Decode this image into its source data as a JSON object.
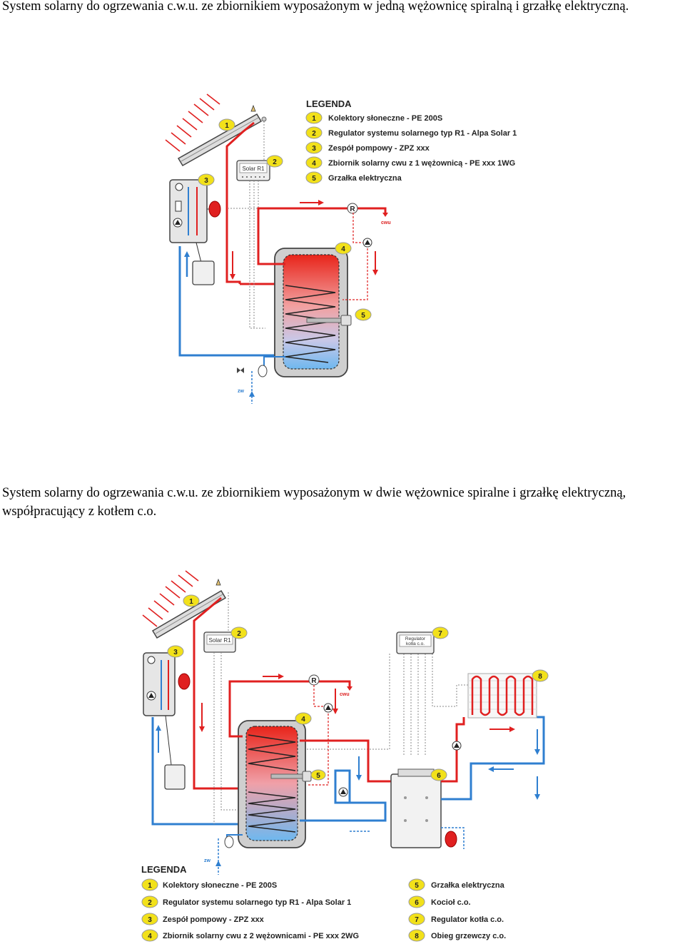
{
  "captions": {
    "first": "System solarny do ogrzewania c.w.u. ze zbiornikiem wyposażonym w jedną wężownicę spiralną i grzałkę elektryczną.",
    "second_line1": "System solarny do ogrzewania c.w.u. ze zbiornikiem wyposażonym w dwie wężownice spiralne i grzałkę elektryczną,",
    "second_line2": "współpracujący z kotłem c.o."
  },
  "diagram1": {
    "legend_title": "LEGENDA",
    "legend": [
      {
        "n": "1",
        "text": "Kolektory słoneczne - PE 200S"
      },
      {
        "n": "2",
        "text": "Regulator systemu solarnego typ R1 - Alpa Solar 1"
      },
      {
        "n": "3",
        "text": "Zespół pompowy - ZPZ xxx"
      },
      {
        "n": "4",
        "text": "Zbiornik solarny cwu z 1 wężownicą - PE xxx 1WG"
      },
      {
        "n": "5",
        "text": "Grzałka elektryczna"
      }
    ],
    "controller_label": "Solar R1",
    "label_r": "R",
    "label_cwu": "cwu",
    "label_zw": "zw"
  },
  "diagram2": {
    "legend_title": "LEGENDA",
    "legend": [
      {
        "n": "1",
        "text": "Kolektory słoneczne - PE 200S"
      },
      {
        "n": "2",
        "text": "Regulator systemu solarnego typ R1 - Alpa Solar 1"
      },
      {
        "n": "3",
        "text": "Zespół pompowy - ZPZ xxx"
      },
      {
        "n": "4",
        "text": "Zbiornik solarny cwu z 2 wężownicami - PE xxx 2WG"
      },
      {
        "n": "5",
        "text": "Grzałka elektryczna"
      },
      {
        "n": "6",
        "text": "Kocioł c.o."
      },
      {
        "n": "7",
        "text": "Regulator kotła c.o."
      },
      {
        "n": "8",
        "text": "Obieg grzewczy c.o."
      }
    ],
    "controller_label": "Solar R1",
    "boiler_controller_label_1": "Regulator",
    "boiler_controller_label_2": "kotła c.o.",
    "label_r": "R",
    "label_cwu": "cwu",
    "label_zw": "zw"
  },
  "colors": {
    "hot": "#e02020",
    "cold": "#2f7fd0",
    "badge": "#f2e11a",
    "tank_frame": "#c8c8c8"
  }
}
